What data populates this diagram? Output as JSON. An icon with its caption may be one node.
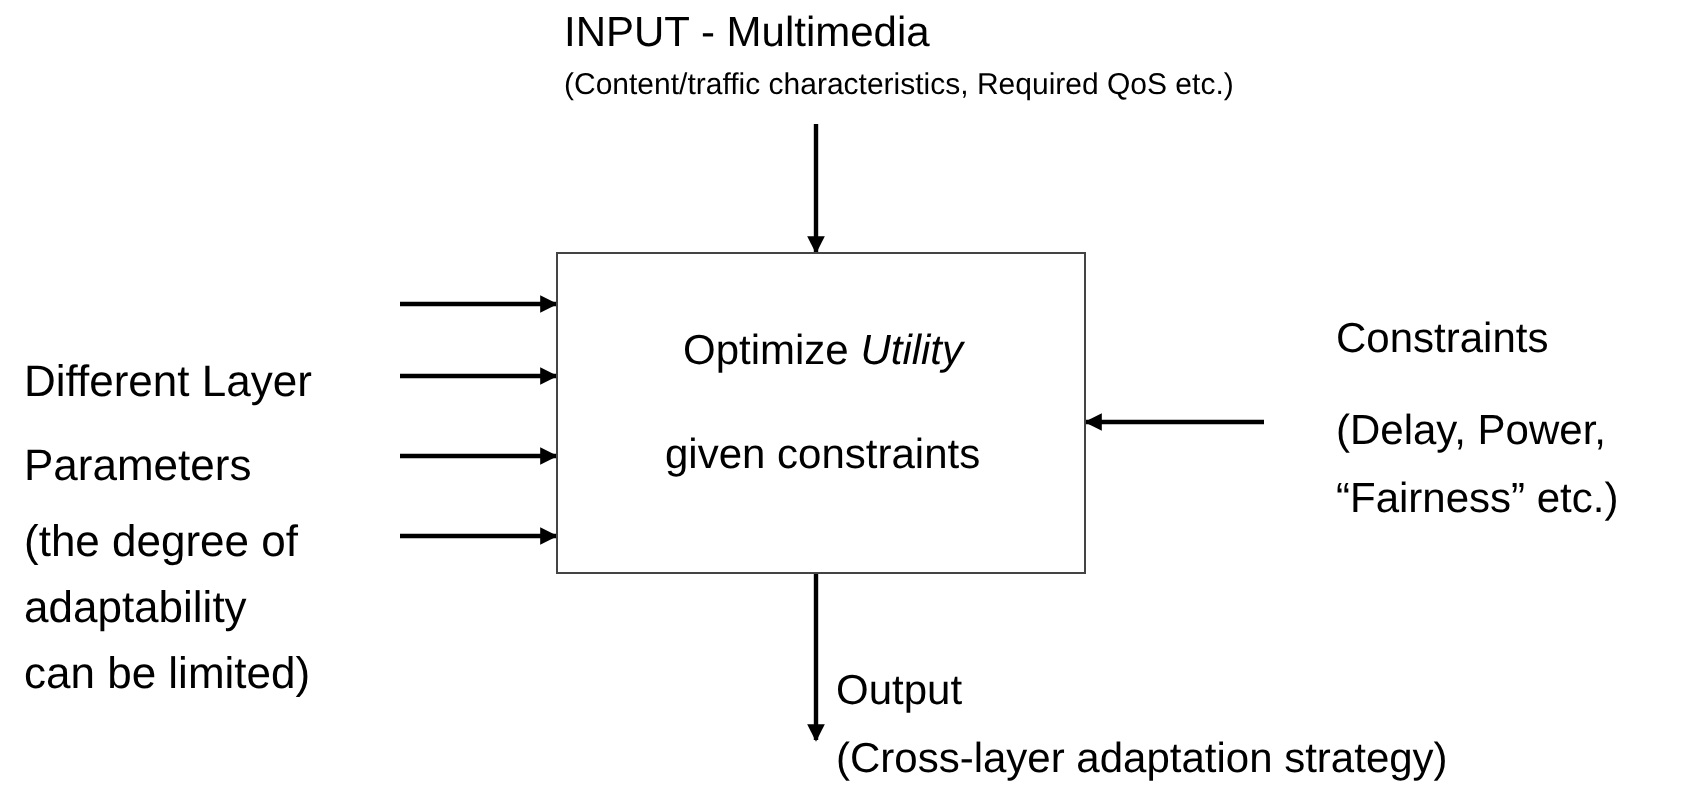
{
  "diagram": {
    "nodes": [
      {
        "text": [
          "INPUT - Multimedia",
          "(Content/traffic characteristics, Required QoS etc.)"
        ]
      },
      {
        "text": [
          "Optimize *Utility*",
          "given constraints"
        ]
      },
      {
        "text": [
          "Different Layer Parameters",
          "(the degree of adaptability can be limited)"
        ]
      },
      {
        "text": [
          "Constraints",
          "(Delay, Power, “Fairness” etc.)"
        ]
      },
      {
        "text": [
          "Output",
          "(Cross-layer adaptation strategy)"
        ]
      }
    ],
    "edges": [
      {
        "from": 0,
        "to": 1,
        "arrow": "to"
      },
      {
        "from": null,
        "to": 1,
        "arrow": "to"
      },
      {
        "from": 2,
        "to": 1,
        "arrow": "to"
      },
      {
        "from": null,
        "to": 1,
        "arrow": "to"
      },
      {
        "from": 2,
        "to": 1,
        "arrow": "to"
      },
      {
        "from": 3,
        "to": 1,
        "arrow": "to"
      },
      {
        "from": 1,
        "to": 4,
        "arrow": "to"
      }
    ]
  }
}
